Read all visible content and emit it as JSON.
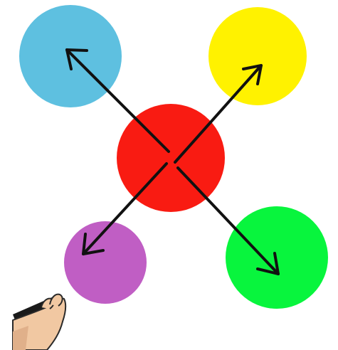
{
  "diagram": {
    "center_circle": {
      "color": "#f91b12"
    },
    "outer_circles": [
      {
        "name": "top-left",
        "color": "#5ec0e0"
      },
      {
        "name": "top-right",
        "color": "#fff200"
      },
      {
        "name": "bottom-left",
        "color": "#c05ec4"
      },
      {
        "name": "bottom-right",
        "color": "#08f53d"
      }
    ],
    "arrow_color": "#111111",
    "hand": {
      "skin_color": "#f1c8a2",
      "marker_color": "#1a1a1a"
    }
  }
}
